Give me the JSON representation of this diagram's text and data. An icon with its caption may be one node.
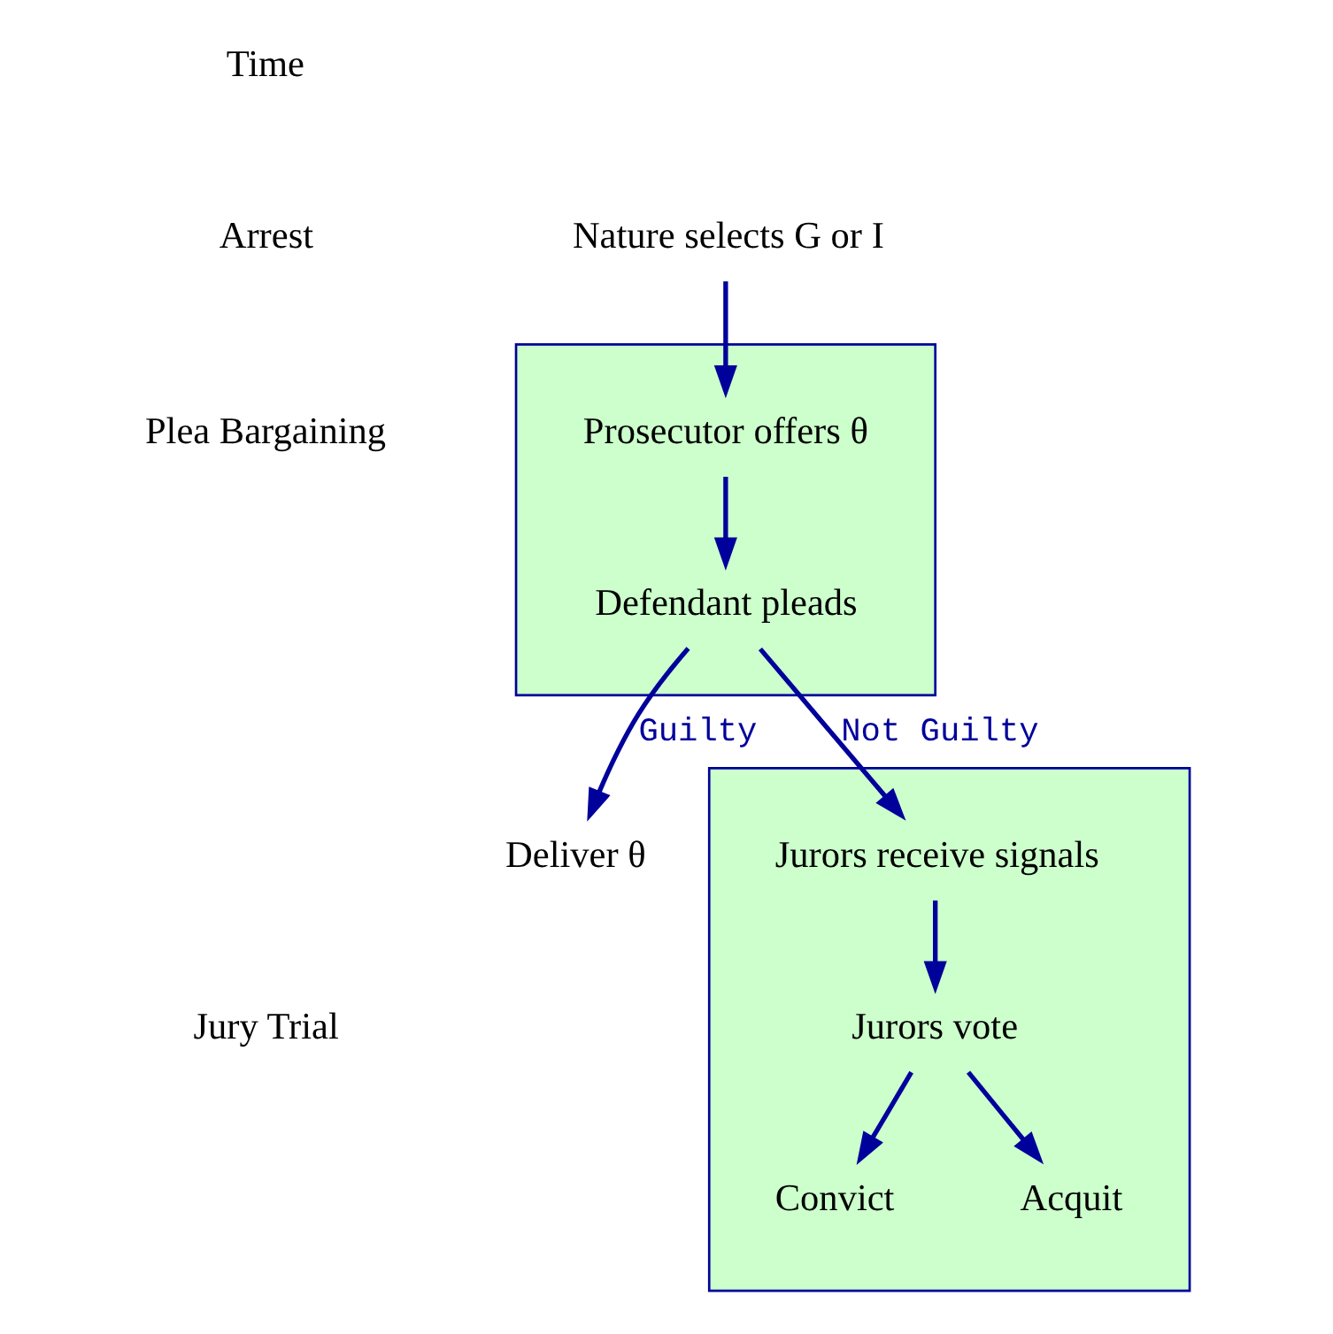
{
  "diagram": {
    "nodes": [
      {
        "text": [
          "Nature selects G or I"
        ]
      },
      {
        "text": [],
        "shape": "box"
      },
      {
        "text": [
          "Prosecutor offers θ"
        ],
        "in": 1
      },
      {
        "text": [
          "Defendant pleads"
        ],
        "in": 1
      },
      {
        "text": [
          "Deliver θ"
        ]
      },
      {
        "text": [],
        "shape": "box"
      },
      {
        "text": [
          "Jurors receive signals"
        ],
        "in": 5
      },
      {
        "text": [
          "Jurors vote"
        ],
        "in": 5
      },
      {
        "text": [
          "Convict"
        ],
        "in": 5
      },
      {
        "text": [
          "Acquit"
        ],
        "in": 5
      }
    ],
    "edges": [
      {
        "from": 0,
        "to": 2,
        "arrow": "to"
      },
      {
        "from": 2,
        "to": 3,
        "arrow": "to"
      },
      {
        "from": 3,
        "to": 6,
        "arrow": "to",
        "label": "Not Guilty"
      },
      {
        "from": 3,
        "to": 4,
        "arrow": "to",
        "label": "Guilty"
      },
      {
        "from": 6,
        "to": 7,
        "arrow": "to"
      },
      {
        "from": 7,
        "to": 8,
        "arrow": "to"
      },
      {
        "from": 7,
        "to": 9,
        "arrow": "to"
      }
    ],
    "labels": [
      "Time",
      "Arrest",
      "Plea Bargaining",
      "Jury Trial"
    ]
  }
}
